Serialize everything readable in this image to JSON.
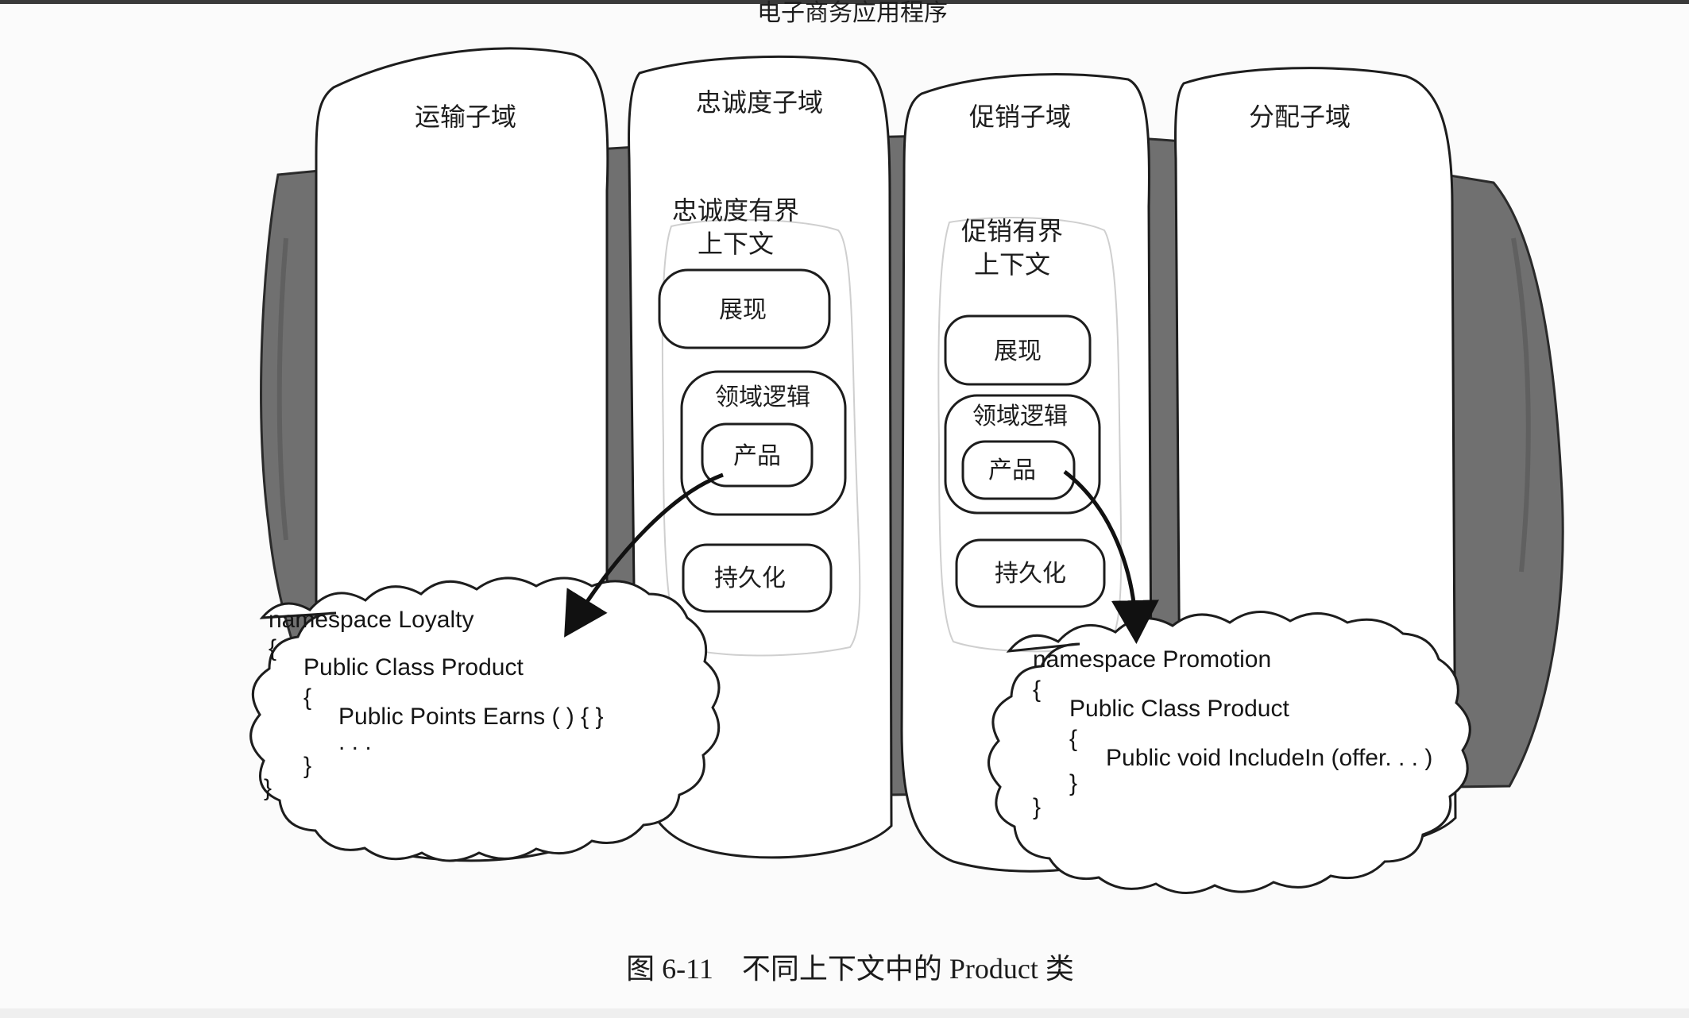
{
  "title": "电子商务应用程序",
  "caption": "图 6-11　不同上下文中的 Product 类",
  "subdomains": {
    "shipping": "运输子域",
    "loyalty": "忠诚度子域",
    "promotion": "促销子域",
    "distribution": "分配子域"
  },
  "loyalty_context": {
    "title_line1": "忠诚度有界",
    "title_line2": "上下文",
    "presentation": "展现",
    "domain_logic": "领域逻辑",
    "product": "产品",
    "persistence": "持久化"
  },
  "promotion_context": {
    "title_line1": "促销有界",
    "title_line2": "上下文",
    "presentation": "展现",
    "domain_logic": "领域逻辑",
    "product": "产品",
    "persistence": "持久化"
  },
  "loyalty_code": {
    "line1": "namespace Loyalty",
    "line2": "{",
    "line3": "Public Class Product",
    "line4": "{",
    "line5": "Public Points Earns ( ) { }",
    "line6": ". . .",
    "line7": "}",
    "line8": "}"
  },
  "promotion_code": {
    "line1": "namespace Promotion",
    "line2": "{",
    "line3": "Public Class Product",
    "line4": "{",
    "line5": "Public void IncludeIn (offer. . . )",
    "line6": "}",
    "line7": "}"
  },
  "colors": {
    "band": "#707070",
    "ink": "#1d1d1d",
    "paper": "#ffffff"
  }
}
